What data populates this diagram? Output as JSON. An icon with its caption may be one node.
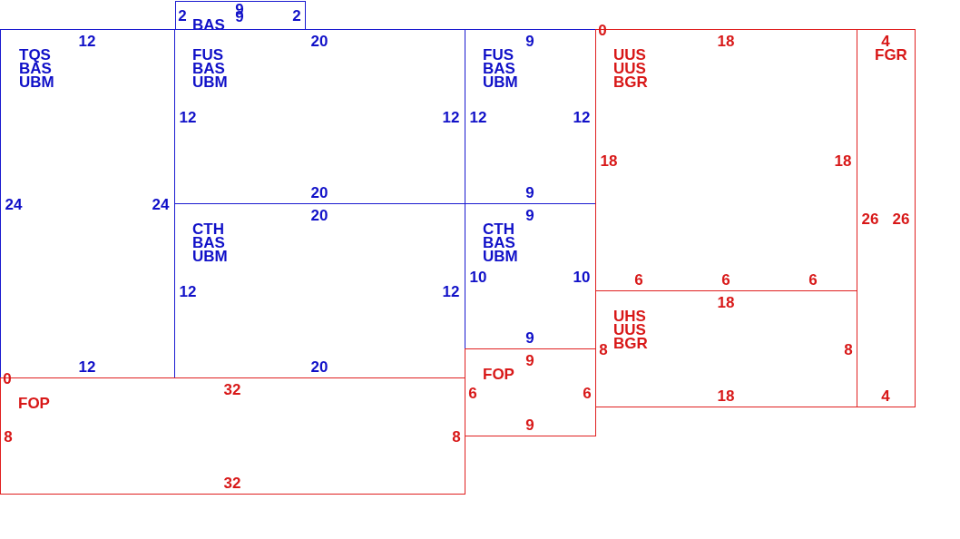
{
  "diagram": {
    "nodes": [
      {
        "text": [
          "BAS",
          "9",
          "9",
          "2",
          "2"
        ]
      },
      {
        "text": [
          "TQS BAS UBM",
          "12",
          "24",
          "24",
          "12"
        ]
      },
      {
        "text": [
          "FUS BAS UBM",
          "20",
          "12",
          "12",
          "20"
        ]
      },
      {
        "text": [
          "CTH BAS UBM",
          "20",
          "12",
          "12",
          "20"
        ]
      },
      {
        "text": [
          "FUS BAS UBM",
          "9",
          "12",
          "12",
          "9"
        ]
      },
      {
        "text": [
          "CTH BAS UBM",
          "9",
          "10",
          "10",
          "9"
        ]
      },
      {
        "text": [
          "FOP",
          "0",
          "32",
          "8",
          "8",
          "32"
        ]
      },
      {
        "text": [
          "FOP",
          "9",
          "6",
          "6",
          "9"
        ]
      },
      {
        "text": [
          "UUS UUS BGR",
          "0",
          "18",
          "18",
          "18",
          "6",
          "6",
          "6"
        ]
      },
      {
        "text": [
          "UHS UUS BGR",
          "18",
          "8",
          "8",
          "18"
        ]
      },
      {
        "text": [
          "FGR",
          "4",
          "26",
          "26",
          "4"
        ]
      }
    ]
  }
}
